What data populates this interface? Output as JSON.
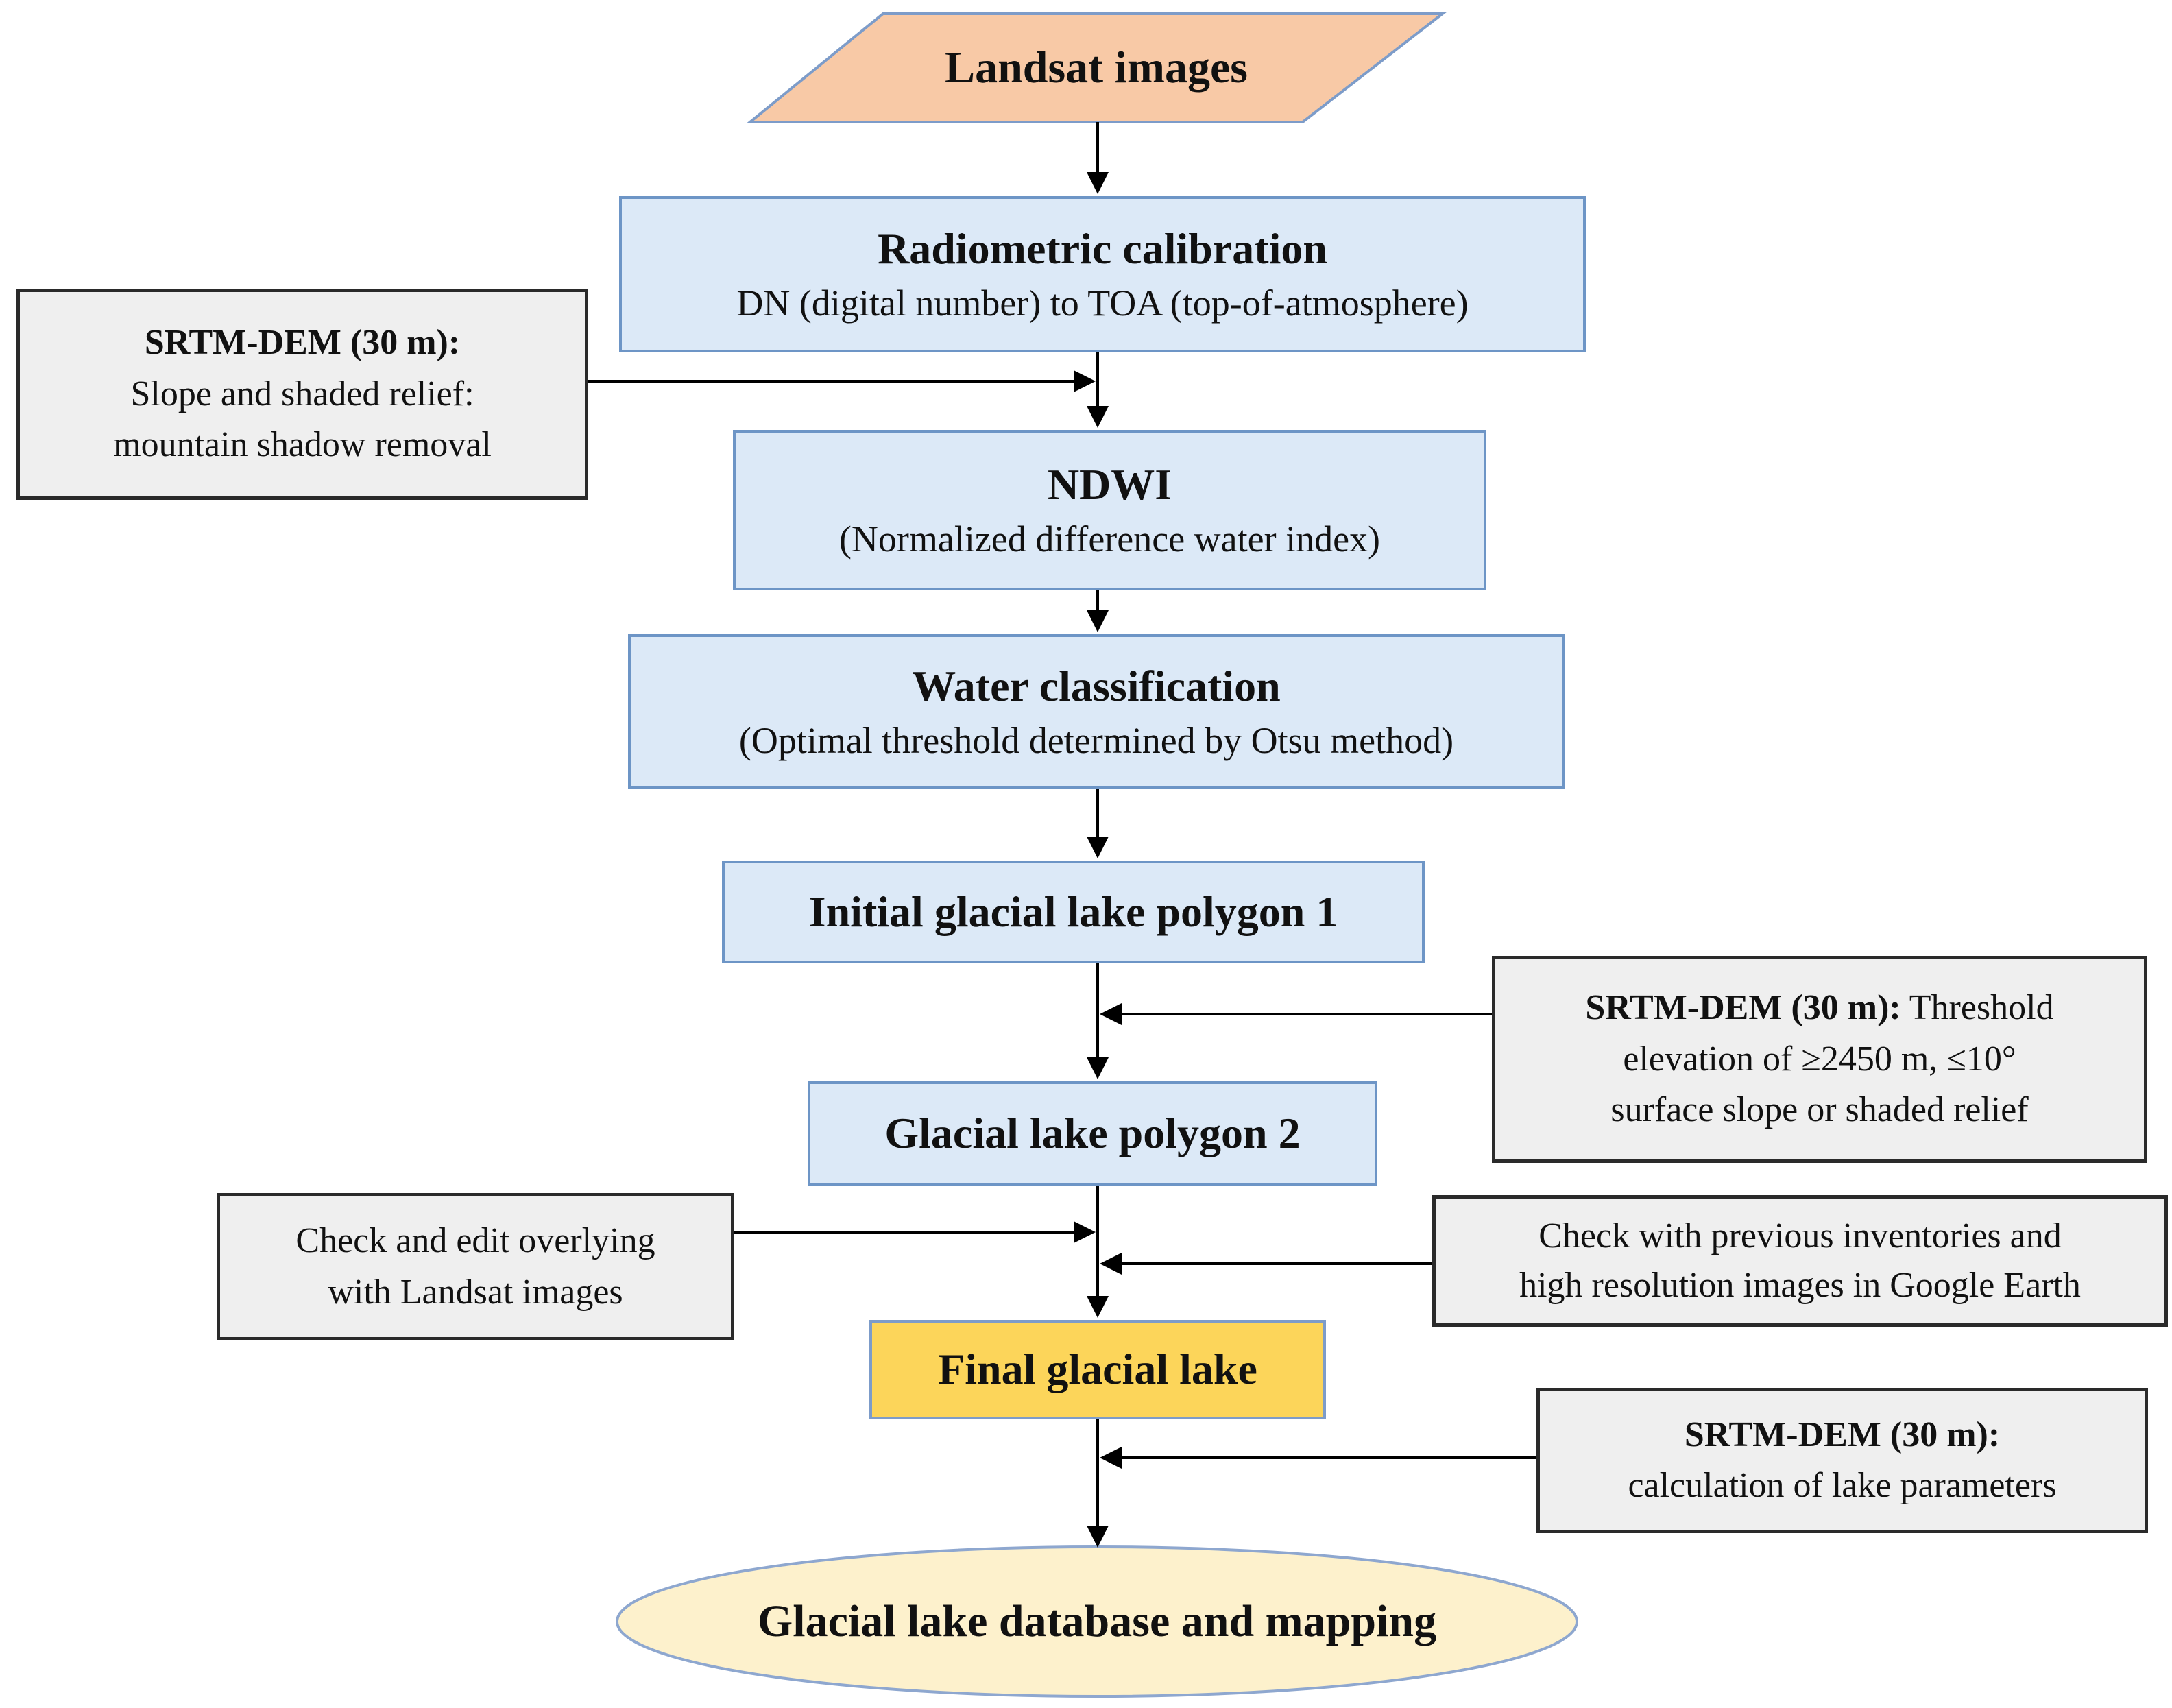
{
  "colors": {
    "input_fill": "#f8c9a6",
    "process_fill": "#dce9f7",
    "process_border": "#6d95c6",
    "ancillary_fill": "#efefef",
    "final_fill": "#fcd55a",
    "output_fill": "#fdf1cc",
    "arrow": "#000000"
  },
  "nodes": {
    "landsat": {
      "title": "Landsat images"
    },
    "radiometric": {
      "title": "Radiometric calibration",
      "subtitle": "DN (digital number) to TOA (top-of-atmosphere)"
    },
    "ndwi": {
      "title": "NDWI",
      "subtitle": "(Normalized difference water index)"
    },
    "water": {
      "title": "Water classification",
      "subtitle": "(Optimal threshold determined by Otsu method)"
    },
    "initial_polygon": {
      "title": "Initial glacial lake polygon 1"
    },
    "polygon2": {
      "title": "Glacial lake polygon 2"
    },
    "final_lake": {
      "title": "Final glacial lake"
    },
    "database": {
      "title": "Glacial lake database and mapping"
    }
  },
  "side_notes": {
    "srtm_shadow": {
      "bold": "SRTM-DEM (30 m):",
      "line1": "Slope and shaded relief:",
      "line2": "mountain shadow removal"
    },
    "srtm_threshold": {
      "bold": "SRTM-DEM (30 m):",
      "line1_rest": " Threshold",
      "line2": "elevation of ≥2450 m, ≤10°",
      "line3": "surface slope or shaded relief"
    },
    "check_edit": {
      "line1": "Check and edit overlying",
      "line2": "with Landsat images"
    },
    "check_previous": {
      "line1": "Check with previous inventories and",
      "line2": "high resolution images in Google Earth"
    },
    "srtm_params": {
      "bold": "SRTM-DEM (30 m):",
      "line1": "calculation of lake parameters"
    }
  }
}
